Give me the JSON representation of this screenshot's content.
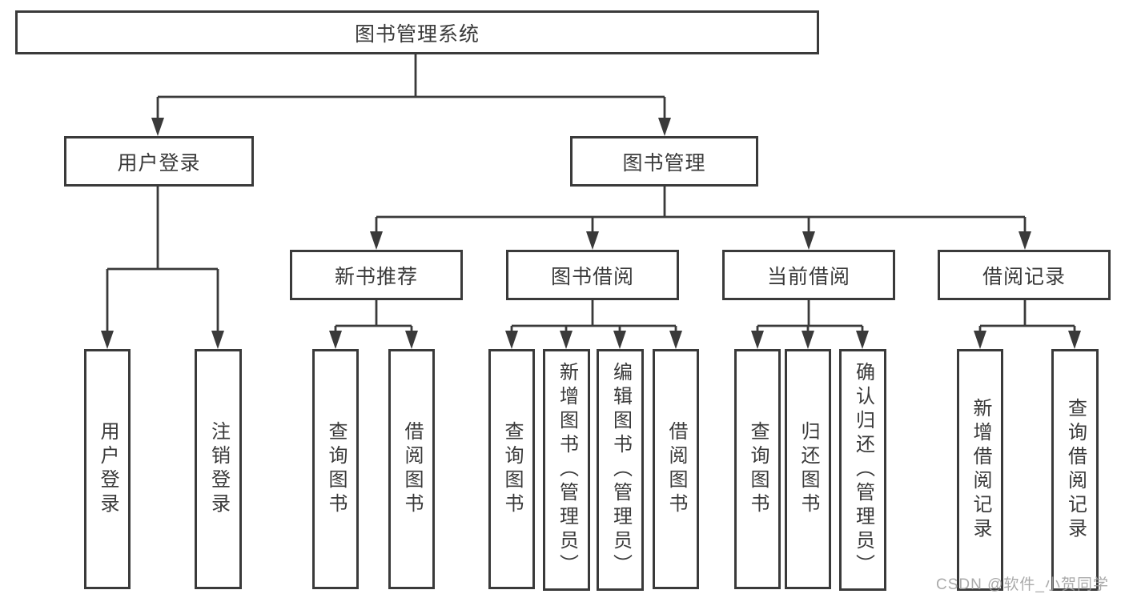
{
  "tree": {
    "root": {
      "label": "图书管理系统",
      "children": [
        {
          "label": "用户登录",
          "children": [
            {
              "label": "用户登录"
            },
            {
              "label": "注销登录"
            }
          ]
        },
        {
          "label": "图书管理",
          "children": [
            {
              "label": "新书推荐",
              "children": [
                {
                  "label": "查询图书"
                },
                {
                  "label": "借阅图书"
                }
              ]
            },
            {
              "label": "图书借阅",
              "children": [
                {
                  "label": "查询图书"
                },
                {
                  "label": "新增图书（管理员）"
                },
                {
                  "label": "编辑图书（管理员）"
                },
                {
                  "label": "借阅图书"
                }
              ]
            },
            {
              "label": "当前借阅",
              "children": [
                {
                  "label": "查询图书"
                },
                {
                  "label": "归还图书"
                },
                {
                  "label": "确认归还（管理员）"
                }
              ]
            },
            {
              "label": "借阅记录",
              "children": [
                {
                  "label": "新增借阅记录"
                },
                {
                  "label": "查询借阅记录"
                }
              ]
            }
          ]
        }
      ]
    }
  },
  "watermark": "CSDN @软件_小贺同学",
  "colors": {
    "line": "#3a3a3a",
    "box_border": "#3a3a3a",
    "box_fill": "#ffffff",
    "text": "#3a3a3a",
    "watermark": "#9e9e9e",
    "background": "#ffffff"
  }
}
